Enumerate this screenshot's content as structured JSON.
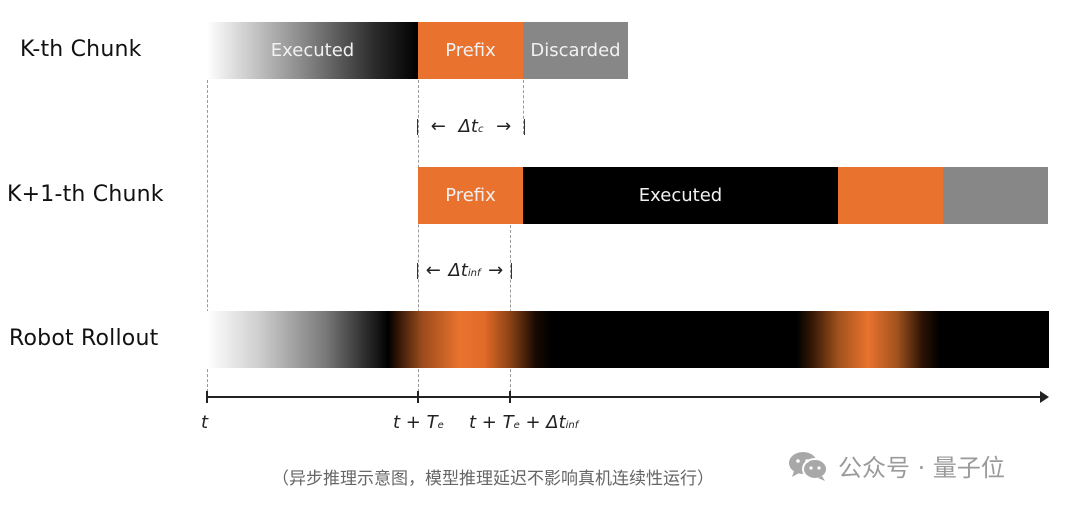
{
  "rows": {
    "k_chunk": {
      "label": "K-th Chunk",
      "segments": [
        {
          "name": "executed",
          "label": "Executed",
          "style": "gradient-white-to-black"
        },
        {
          "name": "prefix",
          "label": "Prefix",
          "color": "#E9732E"
        },
        {
          "name": "discarded",
          "label": "Discarded",
          "color": "#878787"
        }
      ]
    },
    "k1_chunk": {
      "label": "K+1-th Chunk",
      "segments": [
        {
          "name": "prefix",
          "label": "Prefix",
          "color": "#E9732E"
        },
        {
          "name": "executed",
          "label": "Executed",
          "color": "#000000"
        },
        {
          "name": "next-prefix",
          "label": "",
          "color": "#E9732E"
        },
        {
          "name": "next-discarded",
          "label": "",
          "color": "#878787"
        }
      ]
    },
    "robot_rollout": {
      "label": "Robot Rollout"
    }
  },
  "intervals": {
    "delta_tc": {
      "symbol": "Δt",
      "subscript": "c"
    },
    "delta_tinf": {
      "symbol": "Δt",
      "subscript": "inf"
    }
  },
  "axis": {
    "ticks": [
      {
        "label": "t"
      },
      {
        "label": "t + T",
        "subscript": "e"
      },
      {
        "label": "t + T",
        "subscript": "e",
        "suffix": " + Δt",
        "suffix_subscript": "inf"
      }
    ]
  },
  "caption": "（异步推理示意图，模型推理延迟不影响真机连续性运行）",
  "watermark": {
    "icon": "wechat-icon",
    "text": "公众号 · 量子位"
  },
  "colors": {
    "orange": "#E9732E",
    "gray": "#878787",
    "black": "#000000"
  }
}
